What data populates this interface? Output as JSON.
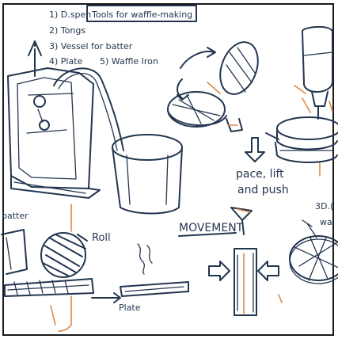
{
  "header": {
    "title": "Tools for waffle-making",
    "list": [
      "1) D.spen",
      "2) Tongs",
      "3) Vessel for batter",
      "4) Plate",
      "5) Waffle Iron"
    ]
  },
  "labels": {
    "roll": "Roll",
    "plate": "Plate",
    "batter": "batter",
    "press_lift_push": [
      "pace, lift",
      "and push"
    ],
    "movement": "MOVEMENT",
    "three_d": [
      "3D.(",
      "wa"
    ]
  },
  "colors": {
    "ink": "#23364f",
    "accent": "#e0894a"
  }
}
